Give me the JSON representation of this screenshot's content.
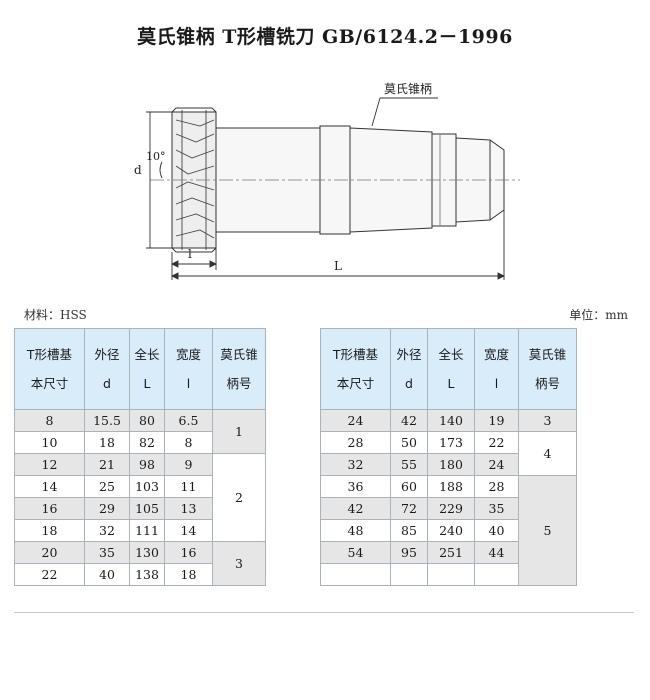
{
  "title": "莫氏锥柄 T形槽铣刀  GB/6124.2－1996",
  "drawing": {
    "callout_label": "莫氏锥柄",
    "angle_label": "10°",
    "dim_d": "d",
    "dim_l": "l",
    "dim_L": "L"
  },
  "material_label": "材料：HSS",
  "unit_label": "单位：mm",
  "table_headers": [
    [
      "T形槽基",
      "本尺寸"
    ],
    [
      "外径",
      "d"
    ],
    [
      "全长",
      "L"
    ],
    [
      "宽度",
      "l"
    ],
    [
      "莫氏锥",
      "柄号"
    ]
  ],
  "left_table": {
    "rows": [
      [
        "8",
        "15.5",
        "80",
        "6.5"
      ],
      [
        "10",
        "18",
        "82",
        "8"
      ],
      [
        "12",
        "21",
        "98",
        "9"
      ],
      [
        "14",
        "25",
        "103",
        "11"
      ],
      [
        "16",
        "29",
        "105",
        "13"
      ],
      [
        "18",
        "32",
        "111",
        "14"
      ],
      [
        "20",
        "35",
        "130",
        "16"
      ],
      [
        "22",
        "40",
        "138",
        "18"
      ]
    ],
    "taper_groups": [
      {
        "value": "1",
        "rows": 2
      },
      {
        "value": "2",
        "rows": 4
      },
      {
        "value": "3",
        "rows": 2
      }
    ]
  },
  "right_table": {
    "rows": [
      [
        "24",
        "42",
        "140",
        "19"
      ],
      [
        "28",
        "50",
        "173",
        "22"
      ],
      [
        "32",
        "55",
        "180",
        "24"
      ],
      [
        "36",
        "60",
        "188",
        "28"
      ],
      [
        "42",
        "72",
        "229",
        "35"
      ],
      [
        "48",
        "85",
        "240",
        "40"
      ],
      [
        "54",
        "95",
        "251",
        "44"
      ],
      [
        "",
        "",
        "",
        ""
      ]
    ],
    "taper_groups": [
      {
        "value": "3",
        "rows": 1
      },
      {
        "value": "4",
        "rows": 2
      },
      {
        "value": "5",
        "rows": 5
      }
    ]
  }
}
